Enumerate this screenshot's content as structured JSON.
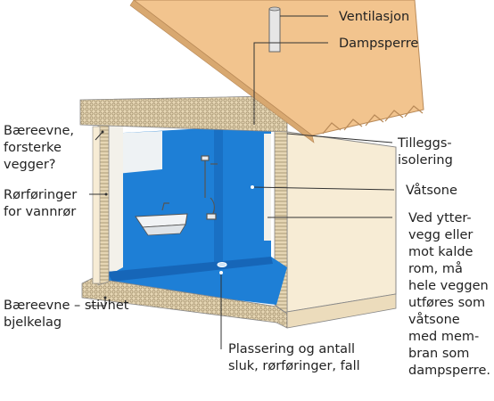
{
  "labels": {
    "ventilation": "Ventilasjon",
    "vapor_barrier": "Dampsperre",
    "extra_insulation": [
      "Tilleggs-",
      "isolering"
    ],
    "wet_zone": "Våtsone",
    "outer_wall_note": [
      "Ved ytter-",
      "vegg eller",
      "mot kalde",
      "rom, må",
      "hele veggen",
      "utføres som",
      "våtsone",
      "med mem-",
      "bran som",
      "dampsperre."
    ],
    "load_capacity_walls": [
      "Bæreevne,",
      "forsterke",
      "vegger?"
    ],
    "pipes": [
      "Rørføringer",
      "for vannrør"
    ],
    "load_capacity_joists": [
      "Bæreevne – stivhet",
      "bjelkelag"
    ],
    "drain": [
      "Plassering og antall",
      "sluk, rørføringer, fall"
    ]
  },
  "colors": {
    "roof": "#f2c48e",
    "wall": "#f7ecd5",
    "wall_side": "#ecdcbc",
    "membrane": "#1e7fd6",
    "membrane_dark": "#1666b8",
    "insulation": "#d9c7a4",
    "fixture": "#e8ebee"
  }
}
